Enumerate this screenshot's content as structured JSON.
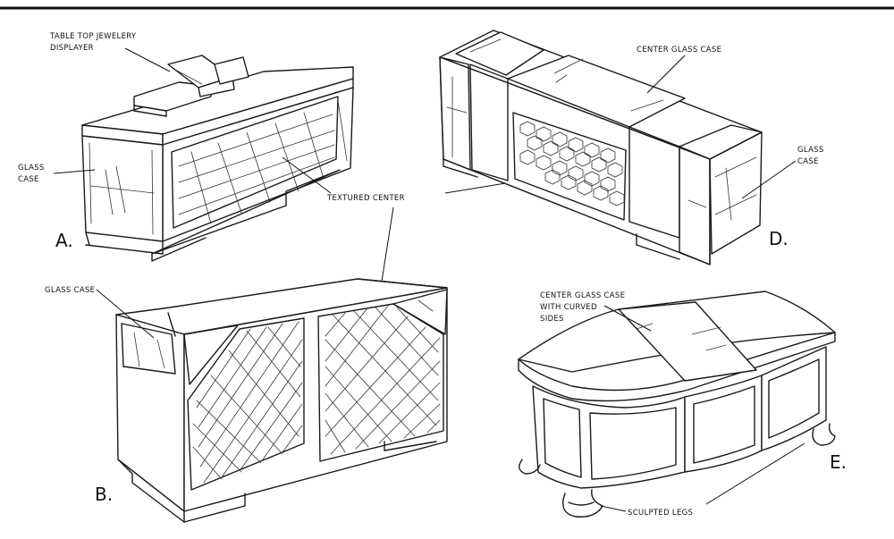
{
  "figures": {
    "a": {
      "letter": "A.",
      "labels": {
        "displayer_line1": "TABLE TOP JEWELERY",
        "displayer_line2": "DISPLAYER",
        "glass_line1": "GLASS",
        "glass_line2": "CASE"
      }
    },
    "shared": {
      "textured_center": "TEXTURED CENTER"
    },
    "b": {
      "letter": "B.",
      "labels": {
        "glass_case": "GLASS CASE"
      }
    },
    "d": {
      "letter": "D.",
      "labels": {
        "center_glass_case": "CENTER GLASS CASE",
        "glass_line1": "GLASS",
        "glass_line2": "CASE"
      }
    },
    "e": {
      "letter": "E.",
      "labels": {
        "center_line1": "CENTER GLASS CASE",
        "center_line2": "WITH CURVED",
        "center_line3": "SIDES",
        "sculpted_legs": "SCULPTED LEGS"
      }
    }
  }
}
